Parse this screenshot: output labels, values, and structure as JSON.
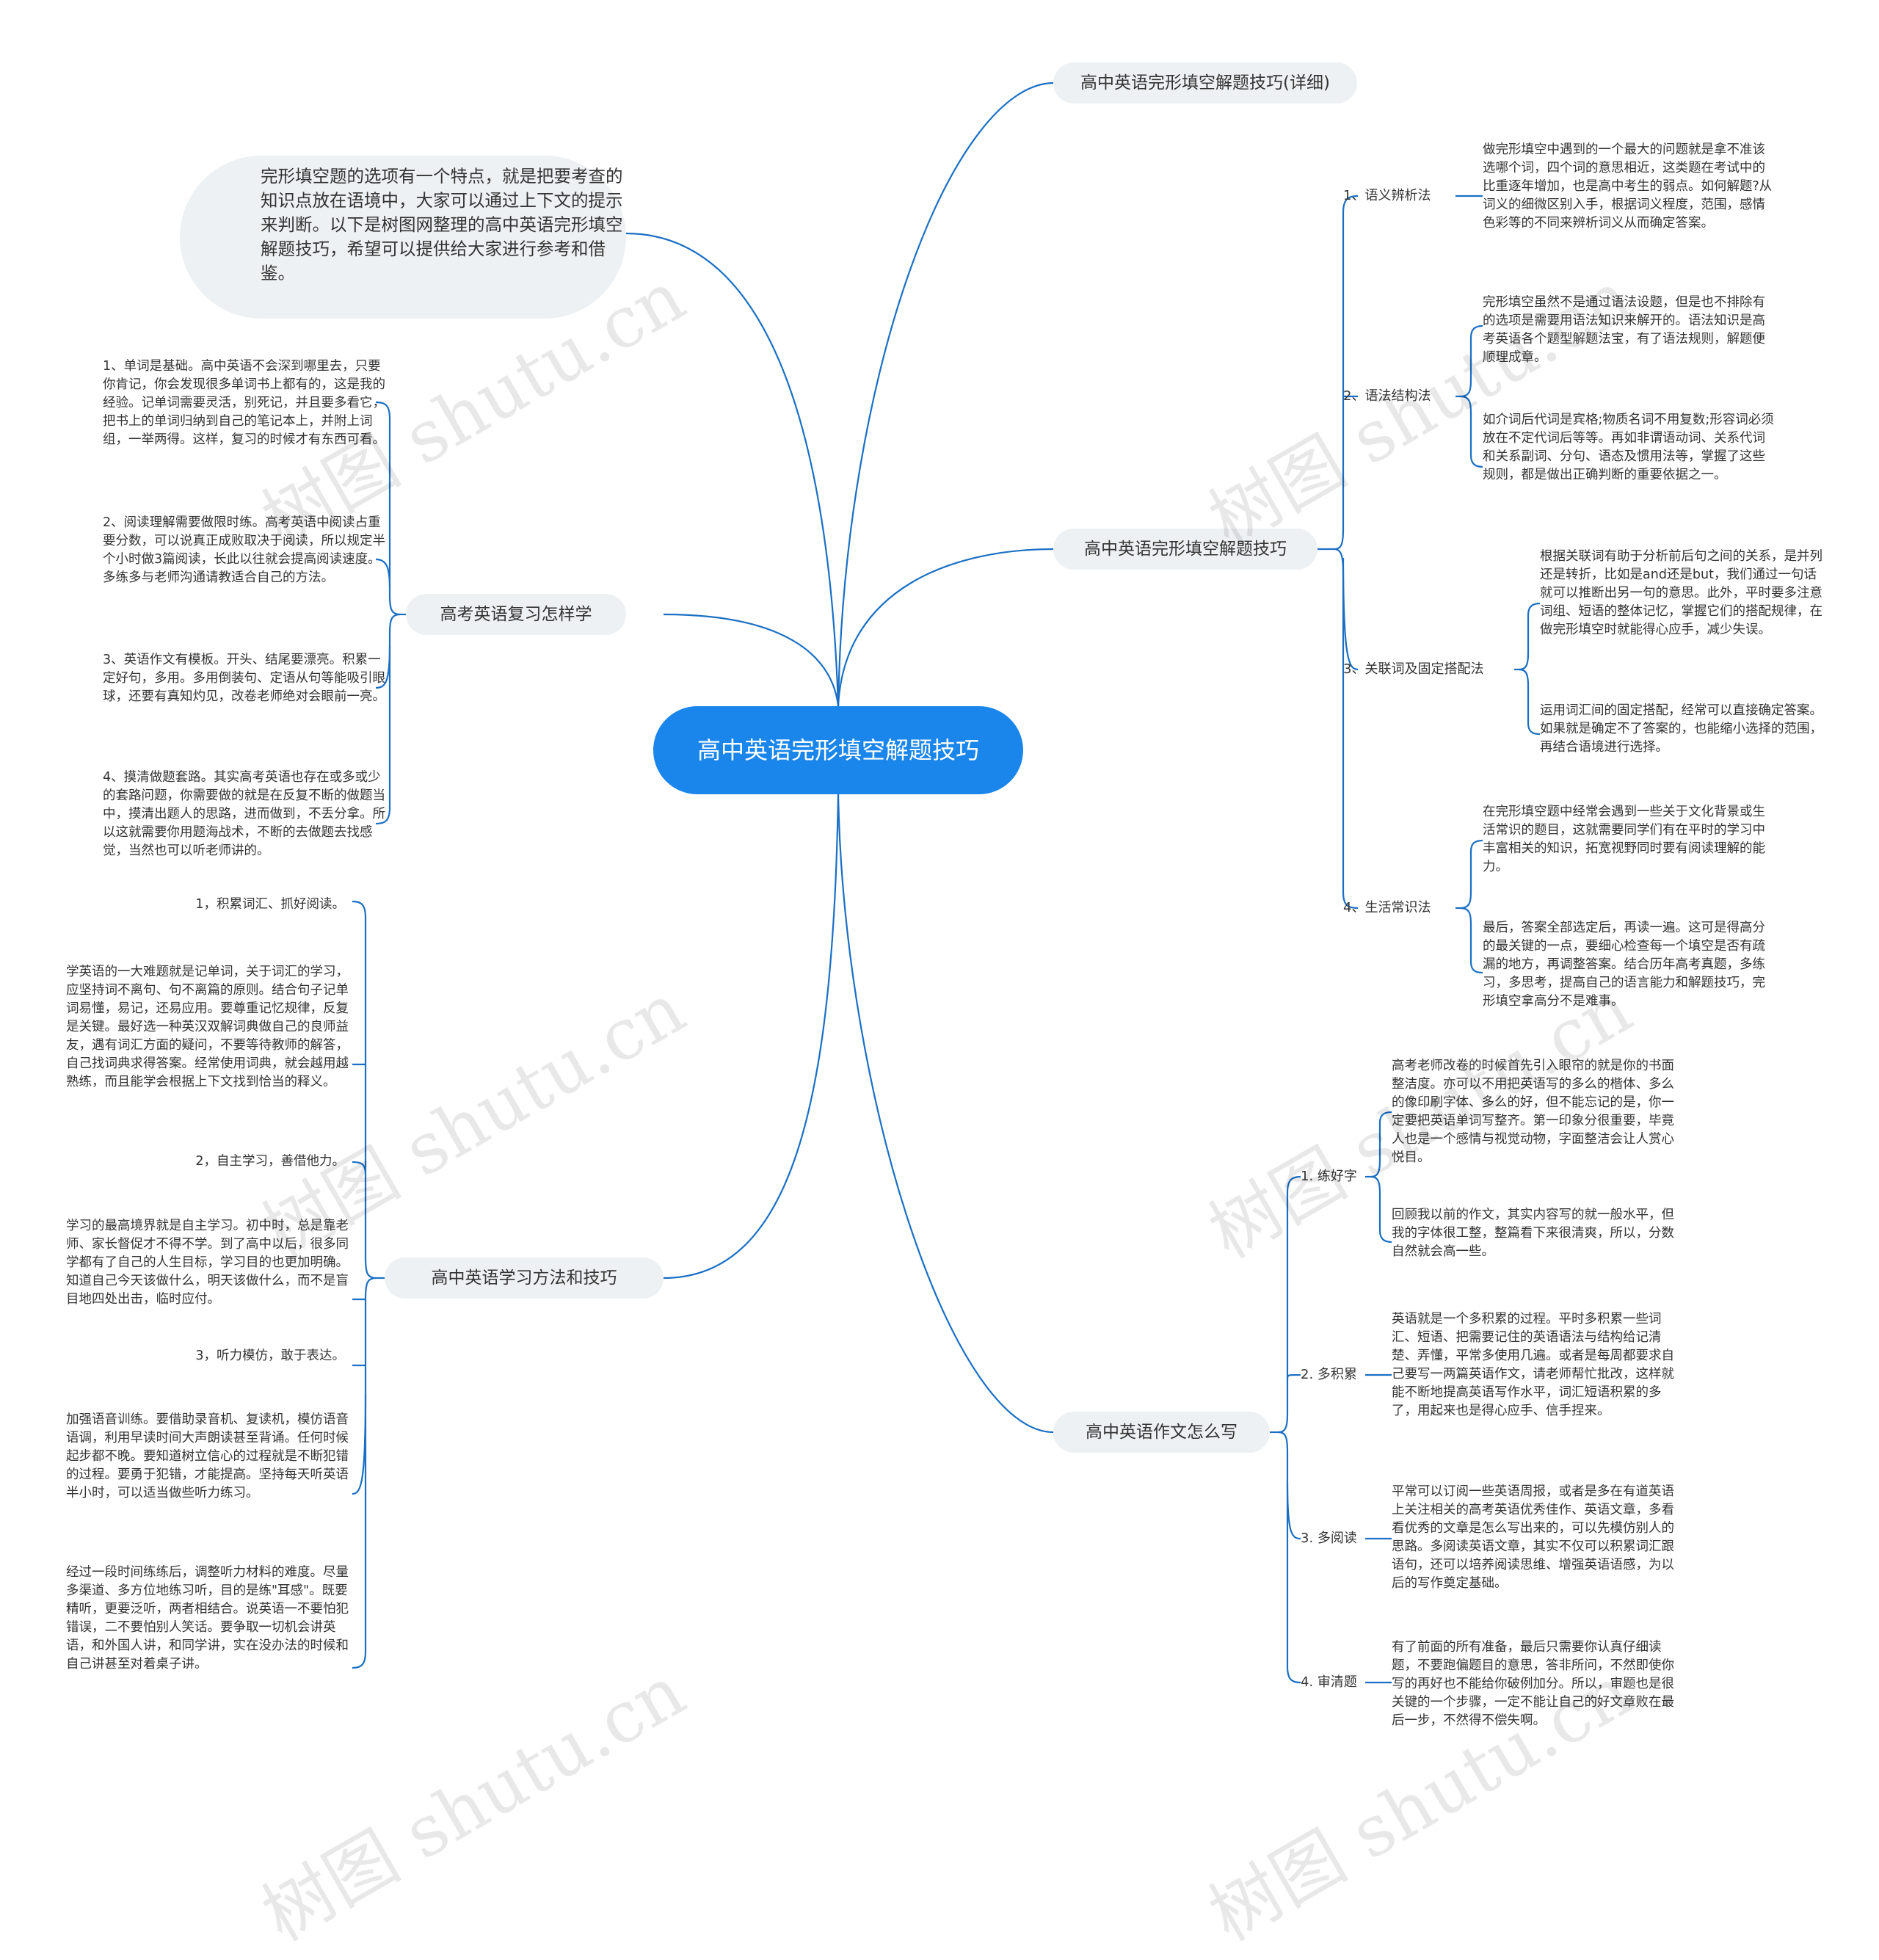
{
  "root": {
    "title": "高中英语完形填空解题技巧"
  },
  "intro": "完形填空题的选项有一个特点，就是把要考查的知识点放在语境中，大家可以通过上下文的提示来判断。以下是树图网整理的高中英语完形填空解题技巧，希望可以提供给大家进行参考和借鉴。",
  "right": {
    "detail": {
      "title": "高中英语完形填空解题技巧(详细)"
    },
    "tips": {
      "title": "高中英语完形填空解题技巧",
      "items": [
        {
          "label": "1、语义辨析法",
          "texts": [
            "做完形填空中遇到的一个最大的问题就是拿不准该选哪个词，四个词的意思相近，这类题在考试中的比重逐年增加，也是高中考生的弱点。如何解题?从词义的细微区别入手，根据词义程度，范围，感情色彩等的不同来辨析词义从而确定答案。"
          ]
        },
        {
          "label": "2、语法结构法",
          "texts": [
            "完形填空虽然不是通过语法设题，但是也不排除有的选项是需要用语法知识来解开的。语法知识是高考英语各个题型解题法宝，有了语法规则，解题便顺理成章。",
            "如介词后代词是宾格;物质名词不用复数;形容词必须放在不定代词后等等。再如非谓语动词、关系代词和关系副词、分句、语态及惯用法等，掌握了这些规则，都是做出正确判断的重要依据之一。"
          ]
        },
        {
          "label": "3、关联词及固定搭配法",
          "texts": [
            "根据关联词有助于分析前后句之间的关系，是并列还是转折，比如是and还是but，我们通过一句话就可以推断出另一句的意思。此外，平时要多注意词组、短语的整体记忆，掌握它们的搭配规律，在做完形填空时就能得心应手，减少失误。",
            "运用词汇间的固定搭配，经常可以直接确定答案。如果就是确定不了答案的，也能缩小选择的范围，再结合语境进行选择。"
          ]
        },
        {
          "label": "4、生活常识法",
          "texts": [
            "在完形填空题中经常会遇到一些关于文化背景或生活常识的题目，这就需要同学们有在平时的学习中丰富相关的知识，拓宽视野同时要有阅读理解的能力。",
            "最后，答案全部选定后，再读一遍。这可是得高分的最关键的一点，要细心检查每一个填空是否有疏漏的地方，再调整答案。结合历年高考真题，多练习，多思考，提高自己的语言能力和解题技巧，完形填空拿高分不是难事。"
          ]
        }
      ]
    },
    "writing": {
      "title": "高中英语作文怎么写",
      "items": [
        {
          "label": "1. 练好字",
          "texts": [
            "高考老师改卷的时候首先引入眼帘的就是你的书面整洁度。亦可以不用把英语写的多么的楷体、多么的像印刷字体、多么的好，但不能忘记的是，你一定要把英语单词写整齐。第一印象分很重要，毕竟人也是一个感情与视觉动物，字面整洁会让人赏心悦目。",
            "回顾我以前的作文，其实内容写的就一般水平，但我的字体很工整，整篇看下来很清爽，所以，分数自然就会高一些。"
          ]
        },
        {
          "label": "2. 多积累",
          "texts": [
            "英语就是一个多积累的过程。平时多积累一些词汇、短语、把需要记住的英语语法与结构给记清楚、弄懂，平常多使用几遍。或者是每周都要求自己要写一两篇英语作文，请老师帮忙批改，这样就能不断地提高英语写作水平，词汇短语积累的多了，用起来也是得心应手、信手捏来。"
          ]
        },
        {
          "label": "3. 多阅读",
          "texts": [
            "平常可以订阅一些英语周报，或者是多在有道英语上关注相关的高考英语优秀佳作、英语文章，多看看优秀的文章是怎么写出来的，可以先模仿别人的思路。多阅读英语文章，其实不仅可以积累词汇跟语句，还可以培养阅读思维、增强英语语感，为以后的写作奠定基础。"
          ]
        },
        {
          "label": "4. 审清题",
          "texts": [
            "有了前面的所有准备，最后只需要你认真仔细读题，不要跑偏题目的意思，答非所问，不然即使你写的再好也不能给你破例加分。所以，审题也是很关键的一个步骤，一定不能让自己的好文章败在最后一步，不然得不偿失啊。"
          ]
        }
      ]
    }
  },
  "left": {
    "review": {
      "title": "高考英语复习怎样学",
      "texts": [
        "1、单词是基础。高中英语不会深到哪里去，只要你肯记，你会发现很多单词书上都有的，这是我的经验。记单词需要灵活，别死记，并且要多看它，把书上的单词归纳到自己的笔记本上，并附上词组，一举两得。这样，复习的时候才有东西可看。",
        "2、阅读理解需要做限时练。高考英语中阅读占重要分数，可以说真正成败取决于阅读，所以规定半个小时做3篇阅读，长此以往就会提高阅读速度。多练多与老师沟通请教适合自己的方法。",
        "3、英语作文有模板。开头、结尾要漂亮。积累一定好句，多用。多用倒装句、定语从句等能吸引眼球，还要有真知灼见，改卷老师绝对会眼前一亮。",
        "4、摸清做题套路。其实高考英语也存在或多或少的套路问题，你需要做的就是在反复不断的做题当中，摸清出题人的思路，进而做到，不丢分拿。所以这就需要你用题海战术，不断的去做题去找感觉，当然也可以听老师讲的。"
      ]
    },
    "methods": {
      "title": "高中英语学习方法和技巧",
      "texts": [
        "1，积累词汇、抓好阅读。",
        "学英语的一大难题就是记单词，关于词汇的学习，应坚持词不离句、句不离篇的原则。结合句子记单词易懂，易记，还易应用。要尊重记忆规律，反复是关键。最好选一种英汉双解词典做自己的良师益友，遇有词汇方面的疑问，不要等待教师的解答，自己找词典求得答案。经常使用词典，就会越用越熟练，而且能学会根据上下文找到恰当的释义。",
        "2，自主学习，善借他力。",
        "学习的最高境界就是自主学习。初中时，总是靠老师、家长督促才不得不学。到了高中以后，很多同学都有了自己的人生目标，学习目的也更加明确。知道自己今天该做什么，明天该做什么，而不是盲目地四处出击，临时应付。",
        "3，听力模仿，敢于表达。",
        "加强语音训练。要借助录音机、复读机，模仿语音语调，利用早读时间大声朗读甚至背诵。任何时候起步都不晚。要知道树立信心的过程就是不断犯错的过程。要勇于犯错，才能提高。坚持每天听英语半小时，可以适当做些听力练习。",
        "经过一段时间练练后，调整听力材料的难度。尽量多渠道、多方位地练习听，目的是练\"耳感\"。既要精听，更要泛听，两者相结合。说英语一不要怕犯错误，二不要怕别人笑话。要争取一切机会讲英语，和外国人讲，和同学讲，实在没办法的时候和自己讲甚至对着桌子讲。"
      ]
    }
  },
  "watermark": "树图 shutu.cn",
  "colors": {
    "accent": "#1a86ec",
    "line": "#1a6fc4",
    "pill": "#eef1f3"
  }
}
